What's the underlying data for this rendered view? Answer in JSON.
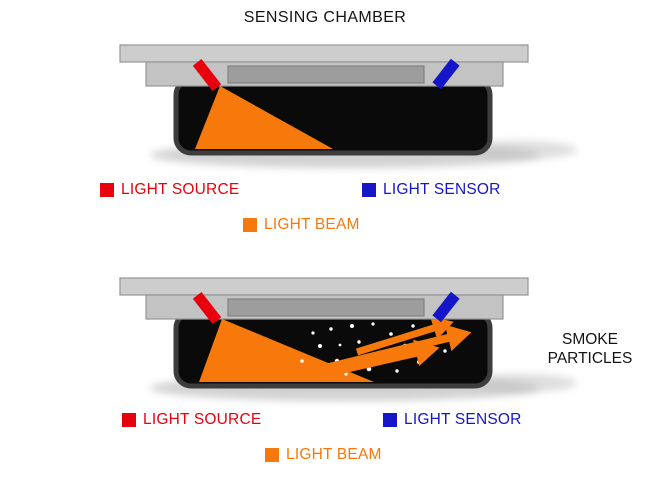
{
  "title": "SENSING CHAMBER",
  "legend": {
    "source": "LIGHT SOURCE",
    "sensor": "LIGHT SENSOR",
    "beam": "LIGHT BEAM"
  },
  "smoke_label": "SMOKE PARTICLES",
  "colors": {
    "red": "#e8000d",
    "blue": "#1515c9",
    "orange": "#f8790b",
    "chamber": "#0a0a0a",
    "casing": "#cdcdcd"
  }
}
